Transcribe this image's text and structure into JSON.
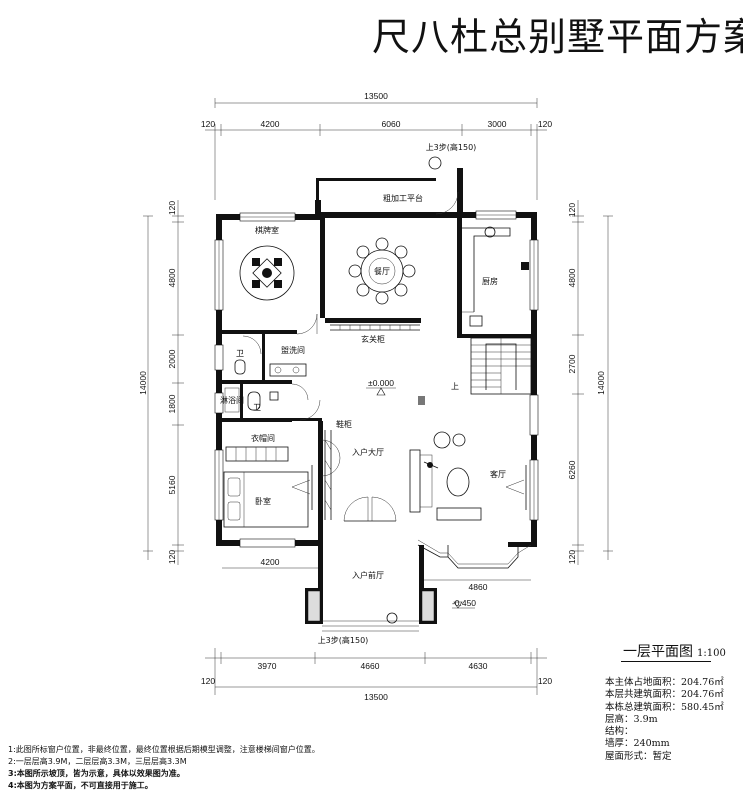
{
  "title": "尺八杜总别墅平面方案",
  "dimensions": {
    "top_total": "13500",
    "top_edge_left": "120",
    "top_edge_right": "120",
    "top_segments": [
      "4200",
      "6060",
      "3000"
    ],
    "bottom_total": "13500",
    "bottom_edge_left": "120",
    "bottom_edge_right": "120",
    "bottom_segments": [
      "3970",
      "4660",
      "4630"
    ],
    "left_total": "14000",
    "left_segments": [
      "4800",
      "2000",
      "1800",
      "5160"
    ],
    "left_edge_top": "120",
    "left_edge_bottom": "120",
    "right_total": "14000",
    "right_segments": [
      "4800",
      "2700",
      "6260"
    ],
    "right_edge_top": "120",
    "right_edge_bottom": "120",
    "inner_bedroom_width": "4200",
    "inner_bay_width": "4860"
  },
  "rooms": {
    "chess": "棋牌室",
    "dining": "餐厅",
    "kitchen": "厨房",
    "balcony_top": "粗加工平台",
    "laundry": "盥洗间",
    "wc1": "卫",
    "wc2": "卫",
    "shower": "淋浴间",
    "wardrobe": "衣帽间",
    "bedroom": "卧室",
    "hall": "入户大厅",
    "living": "客厅",
    "porch": "入户前厅",
    "cabinet": "玄关柜",
    "shoe": "鞋柜",
    "up": "上"
  },
  "levels": {
    "zero": "±0.000",
    "porch": "-0.450",
    "steps_top": "上3步(高150)",
    "steps_bottom": "上3步(高150)"
  },
  "floor_title": {
    "name": "一层平面图",
    "scale": "1:100"
  },
  "info": [
    "本主体占地面积：204.76㎡",
    "本层共建筑面积：204.76㎡",
    "本栋总建筑面积：580.45㎡",
    "层高：3.9m",
    "结构：",
    "墙厚：240mm",
    "屋面形式：暂定"
  ],
  "notes": [
    "1:此图所标窗户位置，非最终位置，最终位置根据后期模型调整，注意楼梯间窗户位置。",
    "2:一层层高3.9M，二层层高3.3M，三层层高3.3M",
    "3:本图所示坡顶，皆为示意，具体以效果图为准。",
    "4:本图为方案平面，不可直接用于施工。"
  ]
}
